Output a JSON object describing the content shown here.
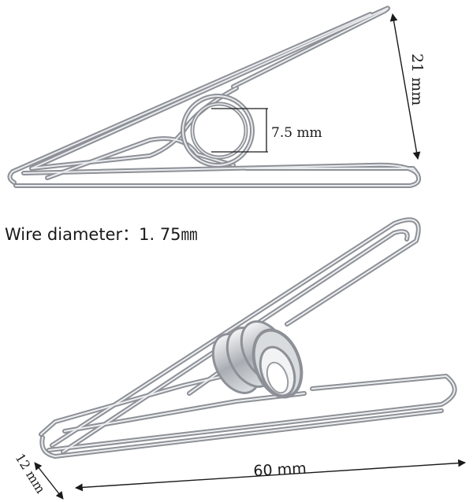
{
  "labels": {
    "spring_diameter": "7.5 mm",
    "height": "21 mm",
    "wire_diameter": "Wire diameter：1. 75㎜",
    "length": "60 mm",
    "width": "12 mm"
  },
  "colors": {
    "metal_dark": "#8d9096",
    "metal_light": "#e6e8eb",
    "dimension_line": "#1a1a1a",
    "background": "#ffffff"
  }
}
